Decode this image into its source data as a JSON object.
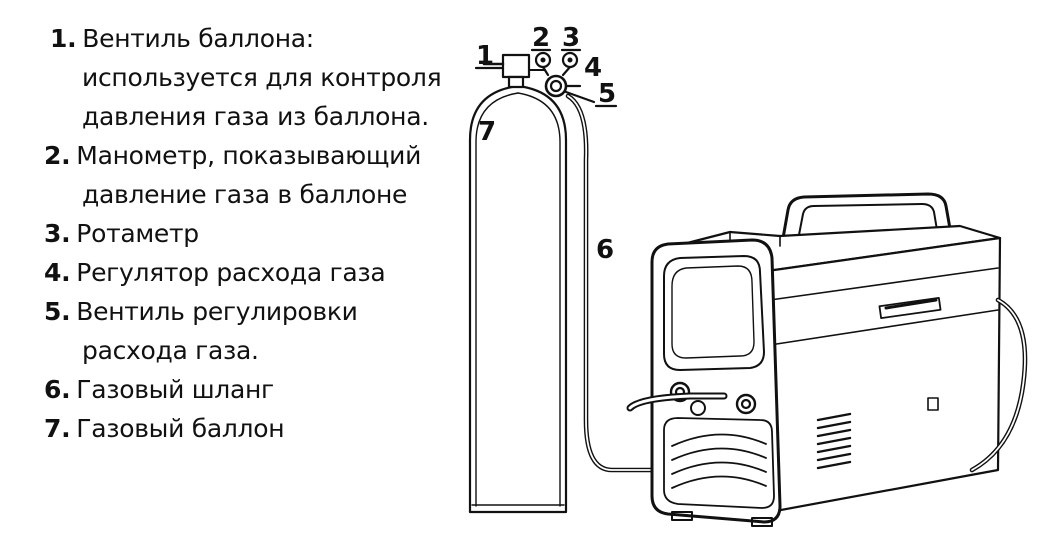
{
  "legend": {
    "items": [
      {
        "number": "1.",
        "lines": [
          "Вентиль баллона:",
          "используется для контроля",
          "давления газа из баллона."
        ]
      },
      {
        "number": "2.",
        "lines": [
          "Манометр, показывающий",
          "давление газа в баллоне"
        ]
      },
      {
        "number": "3.",
        "lines": [
          "Ротаметр"
        ]
      },
      {
        "number": "4.",
        "lines": [
          "Регулятор расхода газа"
        ]
      },
      {
        "number": "5.",
        "lines": [
          "Вентиль регулировки",
          "расхода газа."
        ]
      },
      {
        "number": "6.",
        "lines": [
          "Газовый шланг"
        ]
      },
      {
        "number": "7.",
        "lines": [
          "Газовый баллон"
        ]
      }
    ]
  },
  "diagram": {
    "callouts": [
      "1",
      "2",
      "3",
      "4",
      "5",
      "6",
      "7"
    ],
    "stroke_color": "#111111"
  }
}
